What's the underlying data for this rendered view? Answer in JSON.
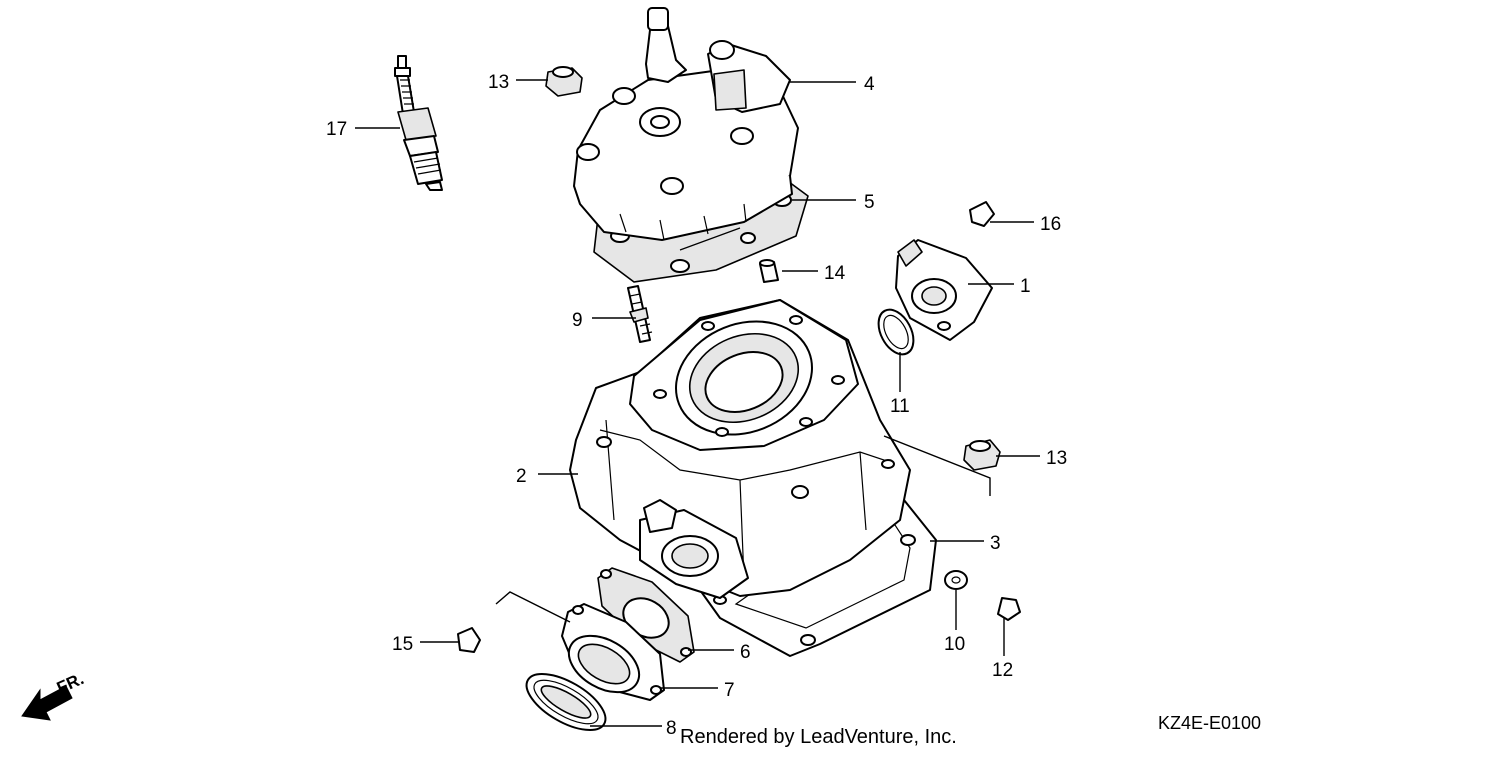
{
  "diagram": {
    "callouts": [
      {
        "id": "c1",
        "label": "1"
      },
      {
        "id": "c2",
        "label": "2"
      },
      {
        "id": "c3",
        "label": "3"
      },
      {
        "id": "c4",
        "label": "4"
      },
      {
        "id": "c5",
        "label": "5"
      },
      {
        "id": "c6",
        "label": "6"
      },
      {
        "id": "c7",
        "label": "7"
      },
      {
        "id": "c8",
        "label": "8"
      },
      {
        "id": "c9",
        "label": "9"
      },
      {
        "id": "c10",
        "label": "10"
      },
      {
        "id": "c11",
        "label": "11"
      },
      {
        "id": "c12",
        "label": "12"
      },
      {
        "id": "c13a",
        "label": "13"
      },
      {
        "id": "c13b",
        "label": "13"
      },
      {
        "id": "c14",
        "label": "14"
      },
      {
        "id": "c15",
        "label": "15"
      },
      {
        "id": "c16",
        "label": "16"
      },
      {
        "id": "c17",
        "label": "17"
      }
    ],
    "front_arrow_label": "FR.",
    "credit": "Rendered by LeadVenture, Inc.",
    "diagram_code": "KZ4E-E0100"
  }
}
